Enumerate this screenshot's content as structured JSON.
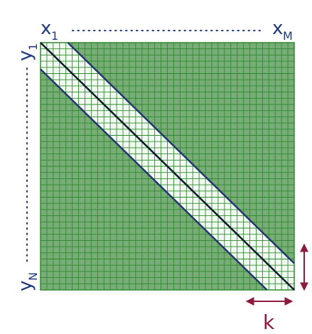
{
  "labels": {
    "x_first": "x",
    "x_first_sub": "1",
    "x_last": "x",
    "x_last_sub": "M",
    "y_first": "y",
    "y_first_sub": "1",
    "y_last": "y",
    "y_last_sub": "N",
    "k": "k"
  },
  "grid": {
    "cells": 40,
    "band_halfwidth_cells": 4.3
  },
  "colors": {
    "outside_fill": "#78ad78",
    "band_fill": "#f2fbf2",
    "grid_line": "#2f8a2f",
    "diagonal": "#0a1a2a",
    "band_edge": "#25366e",
    "label_blue": "#1f3a7a",
    "arrow": "#8c1a3c"
  }
}
